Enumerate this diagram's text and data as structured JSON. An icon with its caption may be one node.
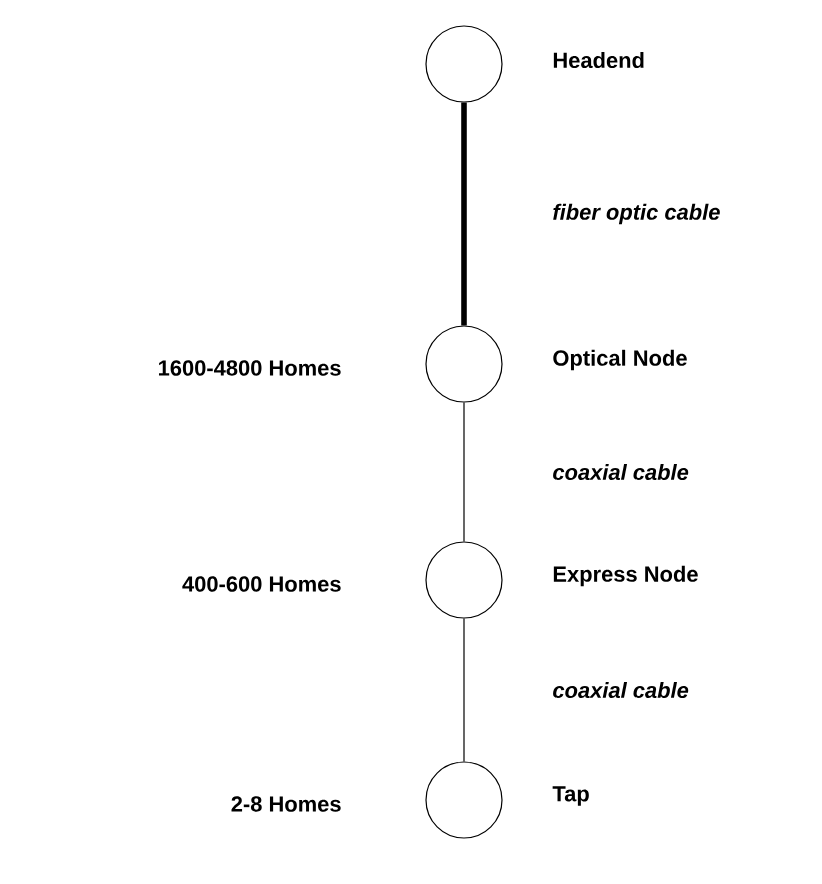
{
  "diagram": {
    "nodes": [
      {
        "text": [
          "Headend"
        ]
      },
      {
        "text": [
          "Optical Node"
        ],
        "beside": [
          "1600-4800 Homes"
        ]
      },
      {
        "text": [
          "Express Node"
        ],
        "beside": [
          "400-600 Homes"
        ]
      },
      {
        "text": [
          "Tap"
        ],
        "beside": [
          "2-8 Homes"
        ]
      }
    ],
    "edges": [
      {
        "from": 0,
        "to": 1,
        "arrow": "none",
        "label": "fiber optic cable",
        "style": "thick"
      },
      {
        "from": 1,
        "to": 2,
        "arrow": "none",
        "label": "coaxial cable"
      },
      {
        "from": 2,
        "to": 3,
        "arrow": "none",
        "label": "coaxial cable"
      }
    ]
  }
}
